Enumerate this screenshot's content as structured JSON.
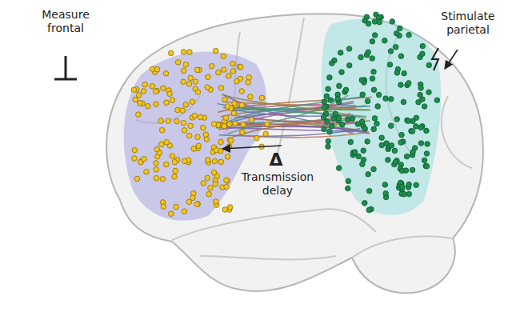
{
  "diagram": {
    "labels": [
      "Measure frontal",
      "Stimulate parietal",
      "Δ",
      "Transmission delay"
    ]
  }
}
